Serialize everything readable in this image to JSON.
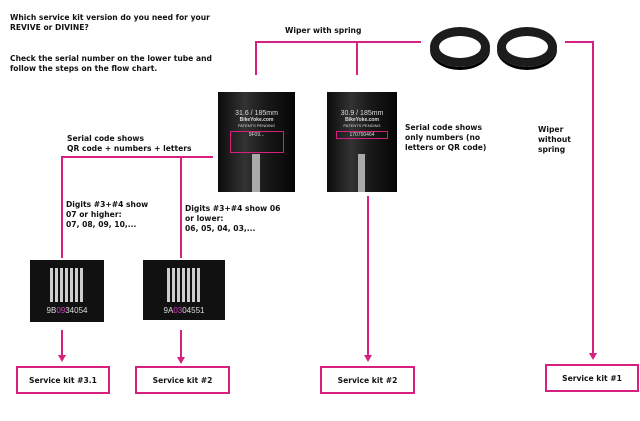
{
  "intro": {
    "question": "Which service kit version do you need for your\nREVIVE or DIVINE?",
    "instruction": "Check the serial number on the lower tube and\nfollow the steps on the flow chart."
  },
  "wipers": {
    "with_spring": "Wiper with spring",
    "without_spring": "Wiper\nwithout\nspring"
  },
  "tubes": [
    {
      "size": "31.6 / 185mm",
      "brand": "BikeYoke.com",
      "patent": "PATENTS PENDING",
      "serial": "9F09..."
    },
    {
      "size": "30.9 / 185mm",
      "brand": "BikeYoke.com",
      "patent": "PATENTS PENDING",
      "serial": "170700464"
    }
  ],
  "branches": {
    "qr": "Serial code shows\nQR code + numbers + letters",
    "numbers_only": "Serial code shows\nonly numbers (no\nletters or QR code)",
    "high": "Digits #3+#4 show\n07 or higher:\n07, 08, 09, 10,...",
    "low": "Digits #3+#4 show 06\nor lower:\n06, 05, 04, 03,..."
  },
  "qr_examples": [
    {
      "prefix": "9B",
      "digits": "09",
      "suffix": "34054"
    },
    {
      "prefix": "9A",
      "digits": "03",
      "suffix": "04551"
    }
  ],
  "kits": [
    "Service kit #3.1",
    "Service kit #2",
    "Service kit #2",
    "Service kit #1"
  ],
  "colors": {
    "accent": "#d6207f"
  }
}
